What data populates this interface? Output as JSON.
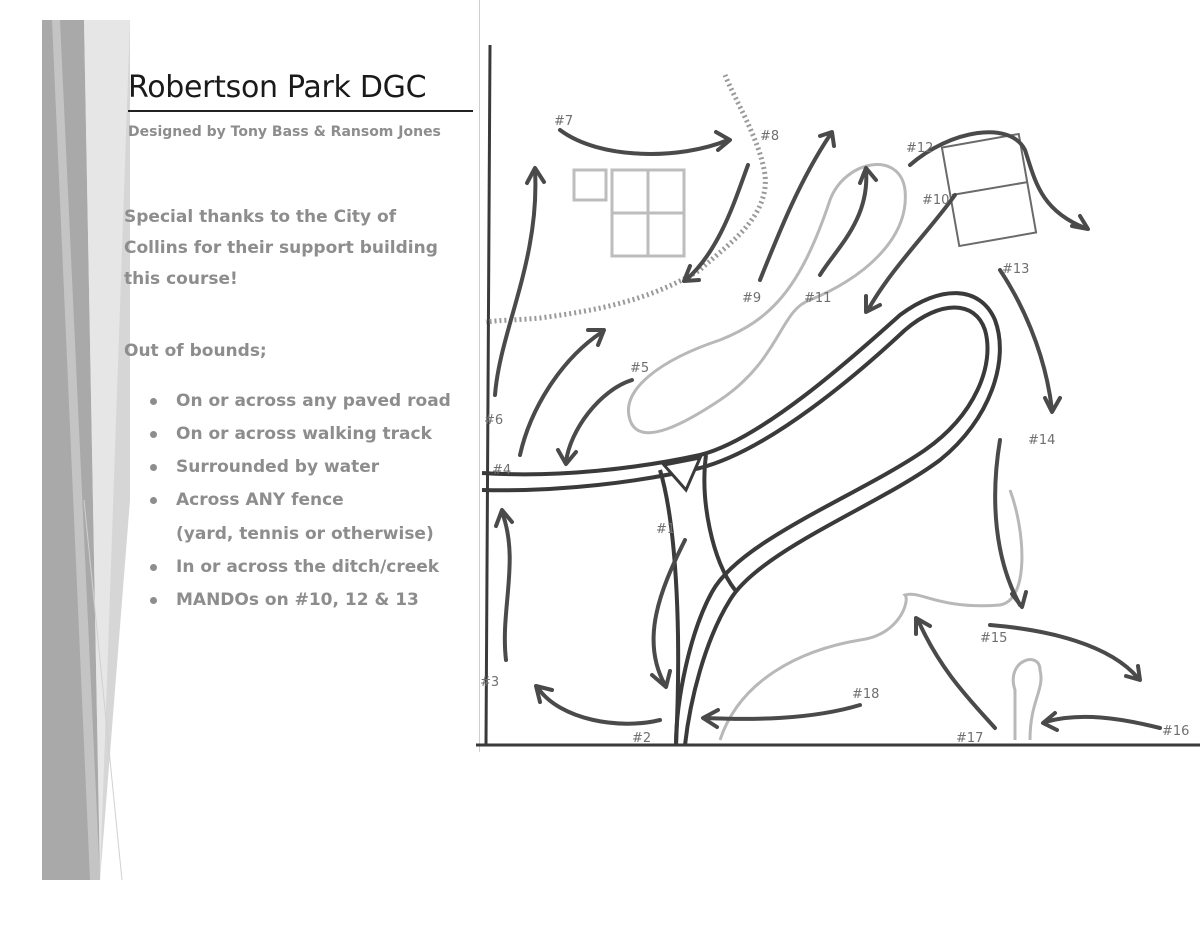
{
  "header": {
    "title": "Robertson Park DGC",
    "subtitle": "Designed by Tony Bass & Ransom Jones"
  },
  "thanks": "Special thanks to the City of Collins for their support building this course!",
  "oob": {
    "heading": "Out of bounds;",
    "items": [
      "On or across any paved road",
      "On or across walking track",
      "Surrounded by water",
      "Across ANY fence",
      "In or across the ditch/creek",
      "MANDOs on #10, 12 & 13"
    ],
    "item4_subline": "(yard, tennis or otherwise)"
  },
  "map": {
    "holes": {
      "h1": "#1",
      "h2": "#2",
      "h3": "#3",
      "h4": "#4",
      "h5": "#5",
      "h6": "#6",
      "h7": "#7",
      "h8": "#8",
      "h9": "#9",
      "h10": "#10",
      "h11": "#11",
      "h12": "#12",
      "h13": "#13",
      "h14": "#14",
      "h15": "#15",
      "h16": "#16",
      "h17": "#17",
      "h18": "#18"
    }
  },
  "colors": {
    "gray_text": "#8d8d8d",
    "ink": "#4a4a4a"
  }
}
